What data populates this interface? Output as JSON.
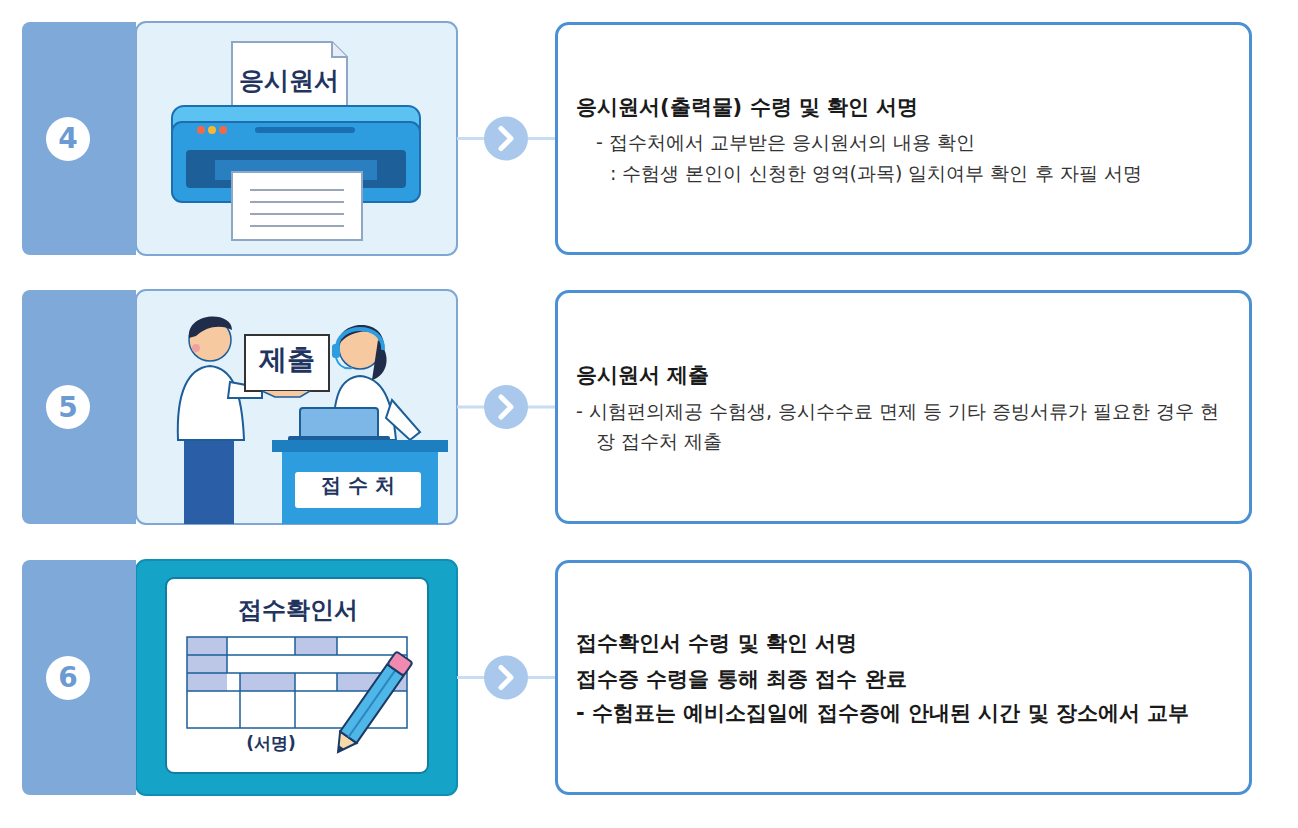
{
  "diagram": {
    "nodes": [
      {
        "text": [
          "4"
        ]
      },
      {
        "text": [
          "응시원서"
        ]
      },
      {
        "text": [
          "응시원서(출력물) 수령 및 확인 서명",
          "- 접수처에서 교부받은 응시원서의 내용 확인",
          ": 수험생 본인이 신청한 영역(과목) 일치여부 확인 후 자필 서명"
        ]
      },
      {
        "text": [
          "5"
        ]
      },
      {
        "text": [
          "제출",
          "접 수 처"
        ]
      },
      {
        "text": [
          "응시원서 제출",
          "- 시험편의제공 수험생, 응시수수료 면제 등 기타 증빙서류가 필요한 경우 현장 접수처 제출"
        ]
      },
      {
        "text": [
          "6"
        ]
      },
      {
        "text": [
          "접수확인서",
          "(서명)"
        ]
      },
      {
        "text": [
          "접수확인서 수령 및 확인 서명",
          "접수증 수령을 통해 최종 접수 완료",
          "- 수험표는 예비소집일에 접수증에 안내된 시간 및 장소에서 교부"
        ]
      }
    ],
    "edges": [
      {
        "from": 1,
        "to": 2,
        "arrow": "to"
      },
      {
        "from": 4,
        "to": 5,
        "arrow": "to"
      },
      {
        "from": 7,
        "to": 8,
        "arrow": "to"
      }
    ]
  }
}
